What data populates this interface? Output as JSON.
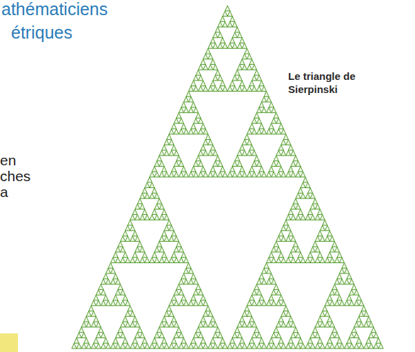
{
  "diagram": {
    "labels": [
      "athématiciens",
      "étriques",
      "Le triangle de Sierpinski",
      "en",
      "ches",
      "a"
    ]
  }
}
